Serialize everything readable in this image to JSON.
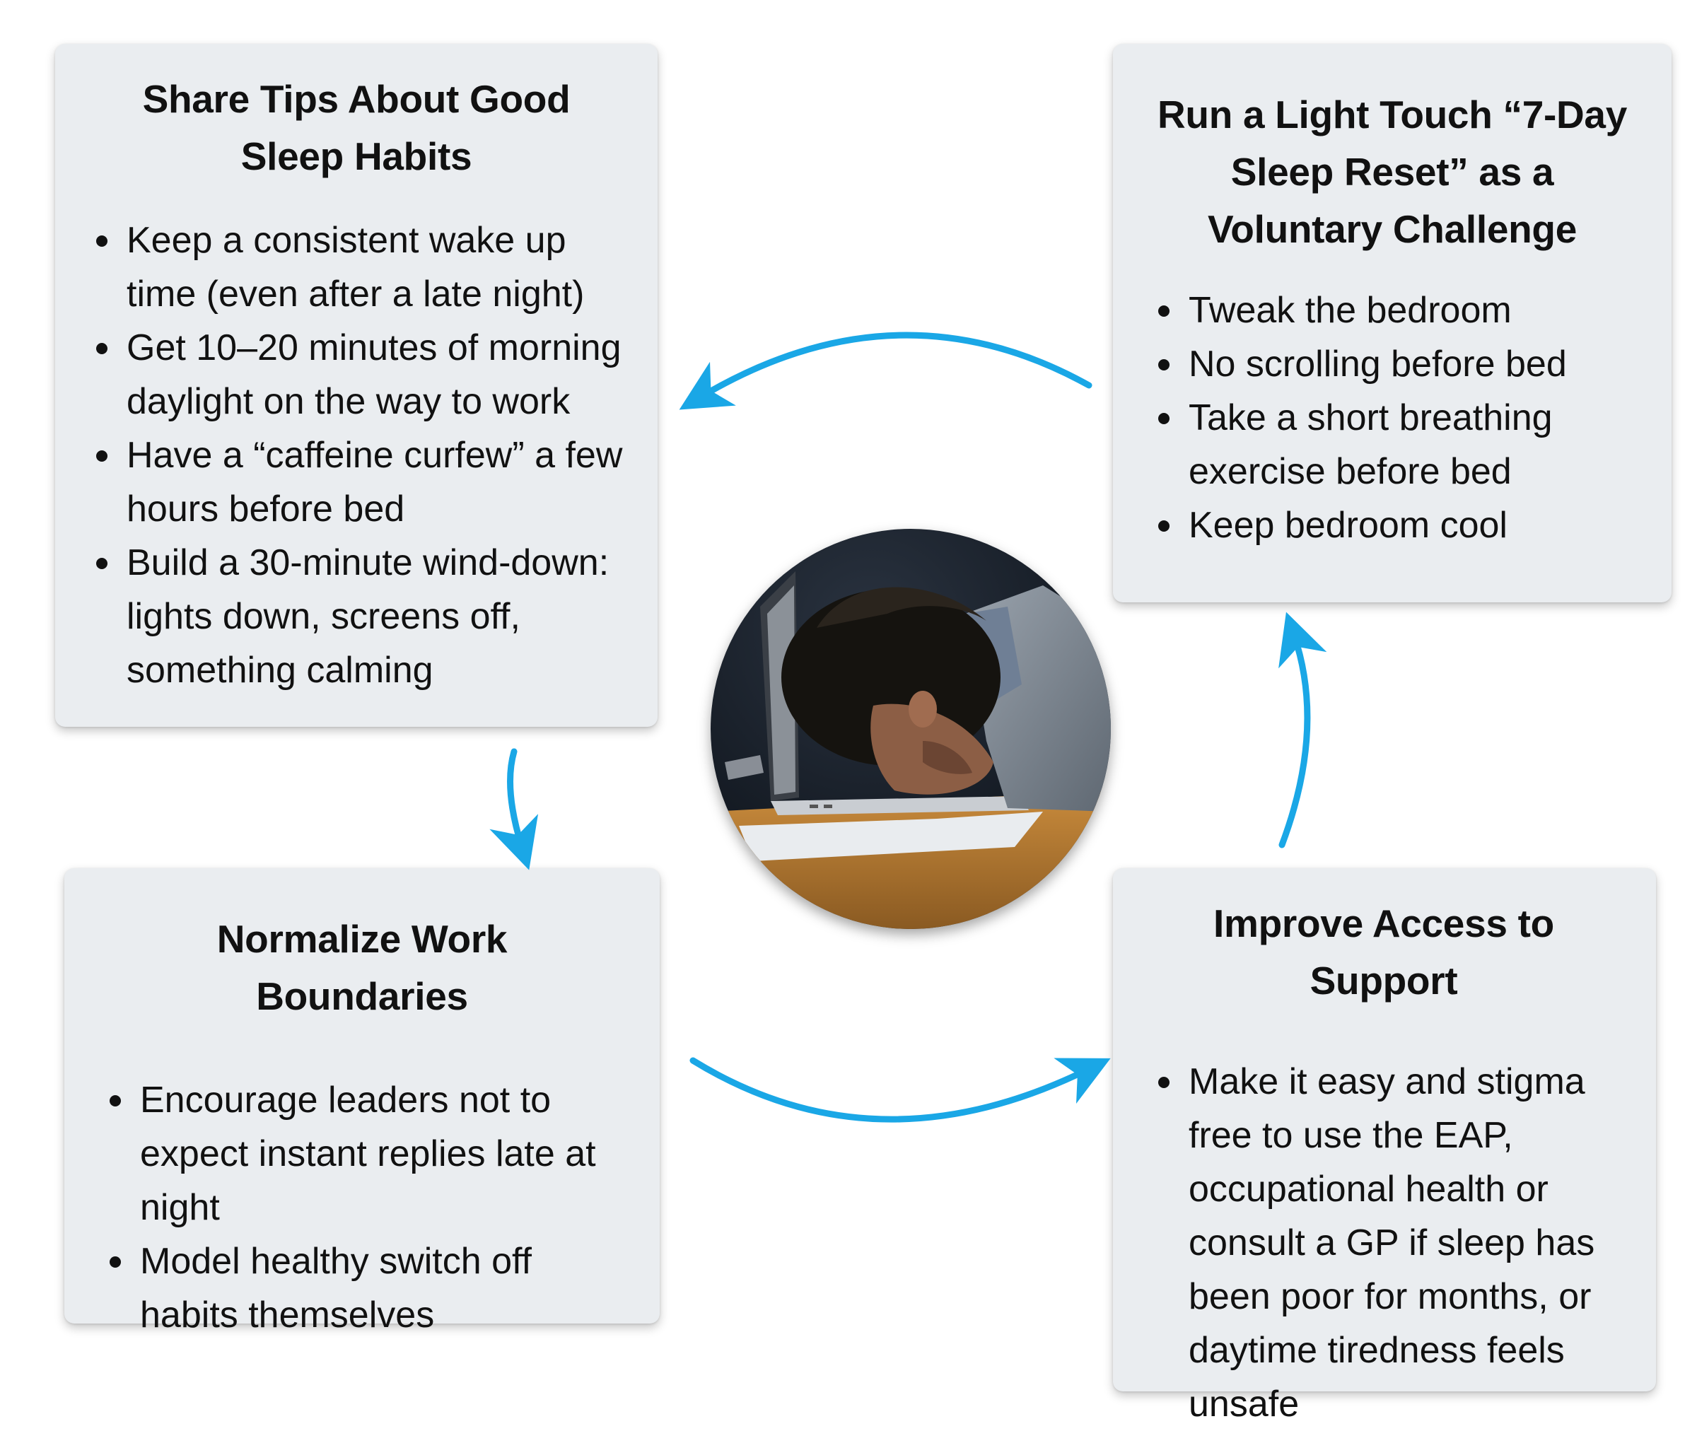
{
  "colors": {
    "arrow": "#1aa7e6",
    "card_bg": "#eaedf0",
    "text": "#111111"
  },
  "cards": {
    "share_tips": {
      "title": "Share Tips About Good Sleep Habits",
      "items": [
        "Keep a consistent wake up time (even after a late night)",
        "Get 10–20 minutes of morning daylight on the way to work",
        "Have a “caffeine curfew” a few hours before bed",
        "Build a 30-minute wind-down: lights down, screens off, something calming"
      ]
    },
    "sleep_reset": {
      "title": "Run a Light Touch “7-Day Sleep Reset” as a Voluntary Challenge",
      "items": [
        "Tweak the bedroom",
        "No scrolling before bed",
        "Take a short breathing exercise before bed",
        "Keep bedroom cool"
      ]
    },
    "work_boundaries": {
      "title": "Normalize Work Boundaries",
      "items": [
        "Encourage leaders not to expect instant replies late at night",
        "Model healthy switch off habits themselves"
      ]
    },
    "access_support": {
      "title": "Improve Access to Support",
      "items": [
        "Make it easy and stigma free to use the EAP, occupational health or consult a GP if sleep has been poor for months, or daytime tiredness feels unsafe"
      ]
    }
  },
  "center_image": {
    "subject": "tired-worker-head-on-laptop-illustration"
  }
}
